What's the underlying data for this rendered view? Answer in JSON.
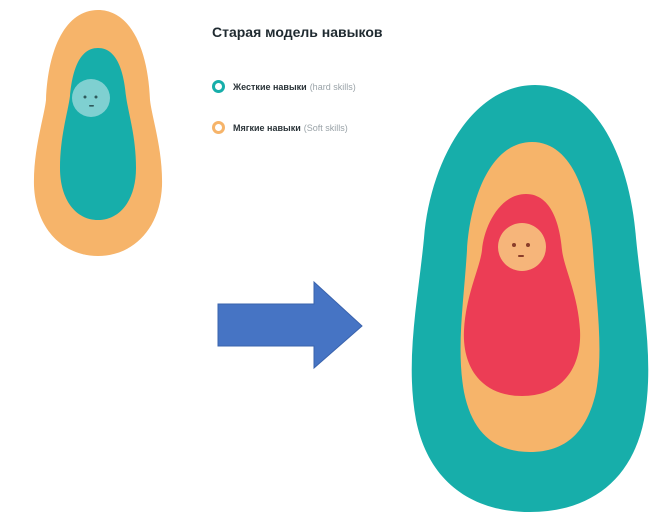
{
  "title": "Старая модель навыков",
  "legend": [
    {
      "label": "Жесткие навыки",
      "sublabel": "(hard skills)",
      "color": "#17aeaa"
    },
    {
      "label": "Мягкие навыки",
      "sublabel": "(Soft skills)",
      "color": "#f6b46a"
    }
  ],
  "colors": {
    "teal": "#17aeaa",
    "orange": "#f6b46a",
    "red": "#ec3d55",
    "face_left": "#7fd0d1",
    "face_right": "#f6b57a",
    "arrow": "#4674c4"
  },
  "icons": [
    "matryoshka-icon",
    "arrow-right-icon"
  ]
}
